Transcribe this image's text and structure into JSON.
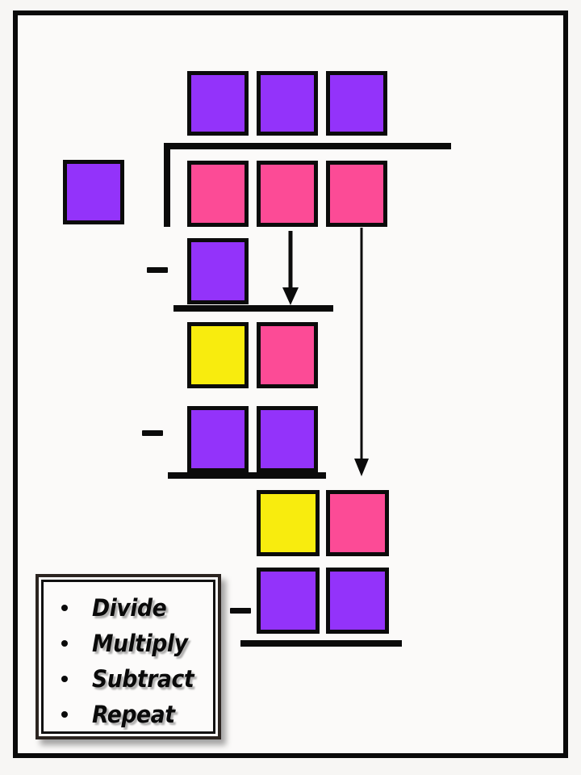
{
  "page": {
    "title": "Long Division Steps Poster",
    "background_color": "#f7f6f4",
    "frame_color": "#0a0a0a",
    "canvas_color": "#fbfaf9"
  },
  "palette": {
    "purple": "#9333fa",
    "pink": "#fc4b96",
    "yellow": "#f8ec0e",
    "ink": "#0b0b0b",
    "box_frame": "#2b2420"
  },
  "diagram": {
    "name": "long-division-place-value-blocks",
    "divisor": {
      "label": "divisor-tile",
      "color": "purple",
      "count": 1
    },
    "quotient_row": {
      "label": "quotient-tiles",
      "color": "purple",
      "count": 3
    },
    "dividend_row": {
      "label": "dividend-tiles",
      "color": "pink",
      "count": 3
    },
    "steps": [
      {
        "label": "subtract-row-1",
        "colors": [
          "purple"
        ],
        "count": 1
      },
      {
        "label": "remainder-row-1",
        "colors": [
          "yellow",
          "pink"
        ],
        "count": 2
      },
      {
        "label": "subtract-row-2",
        "colors": [
          "purple",
          "purple"
        ],
        "count": 2
      },
      {
        "label": "remainder-row-2",
        "colors": [
          "yellow",
          "pink"
        ],
        "count": 2
      },
      {
        "label": "subtract-row-3",
        "colors": [
          "purple",
          "purple"
        ],
        "count": 2
      }
    ],
    "operators": [
      {
        "name": "minus-sign-1",
        "symbol": "−"
      },
      {
        "name": "minus-sign-2",
        "symbol": "−"
      },
      {
        "name": "minus-sign-3",
        "symbol": "−"
      }
    ],
    "arrows": [
      {
        "name": "bring-down-arrow-short",
        "direction": "down"
      },
      {
        "name": "bring-down-arrow-long",
        "direction": "down"
      }
    ],
    "rules": [
      {
        "name": "division-bar-top"
      },
      {
        "name": "division-bracket-vertical"
      },
      {
        "name": "subtraction-rule-1"
      },
      {
        "name": "subtraction-rule-2"
      },
      {
        "name": "subtraction-rule-3"
      }
    ]
  },
  "steps_box": {
    "name": "long-division-steps-callout",
    "items": [
      {
        "bullet": "•",
        "label": "Divide"
      },
      {
        "bullet": "•",
        "label": "Multiply"
      },
      {
        "bullet": "•",
        "label": "Subtract"
      },
      {
        "bullet": "•",
        "label": "Repeat"
      }
    ]
  }
}
